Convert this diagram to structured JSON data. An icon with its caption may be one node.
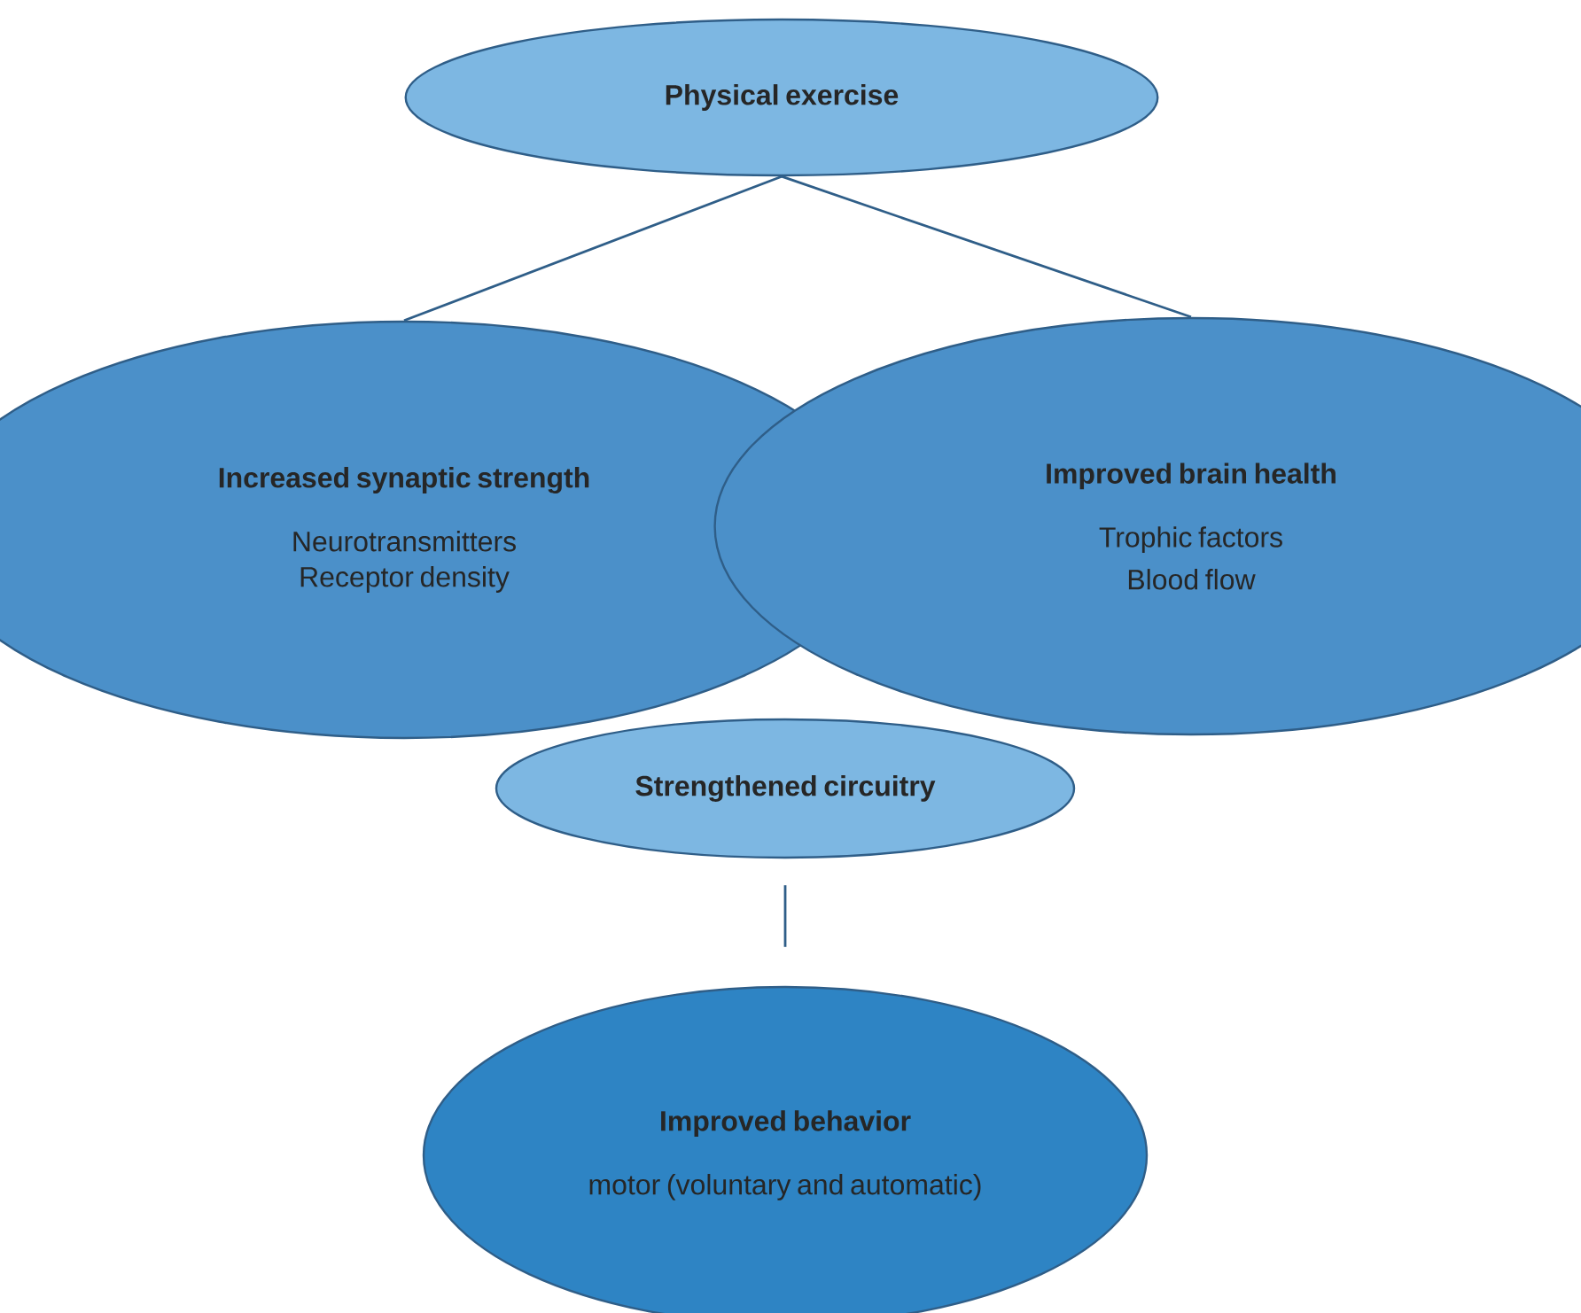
{
  "diagram": {
    "nodes": [
      {
        "text": [
          "Physical exercise"
        ]
      },
      {
        "text": [
          "Increased synaptic strength",
          "Neurotransmitters",
          "Receptor density"
        ]
      },
      {
        "text": [
          "Improved brain health",
          "Trophic factors",
          "Blood flow"
        ]
      },
      {
        "text": [
          "Strengthened circuitry"
        ]
      },
      {
        "text": [
          "Improved behavior",
          "motor (voluntary and automatic)"
        ]
      }
    ],
    "edges": [
      {
        "from": 0,
        "to": 1,
        "arrow": "none"
      },
      {
        "from": 0,
        "to": 2,
        "arrow": "none"
      },
      {
        "from": 3,
        "to": 4,
        "arrow": "none"
      }
    ]
  }
}
